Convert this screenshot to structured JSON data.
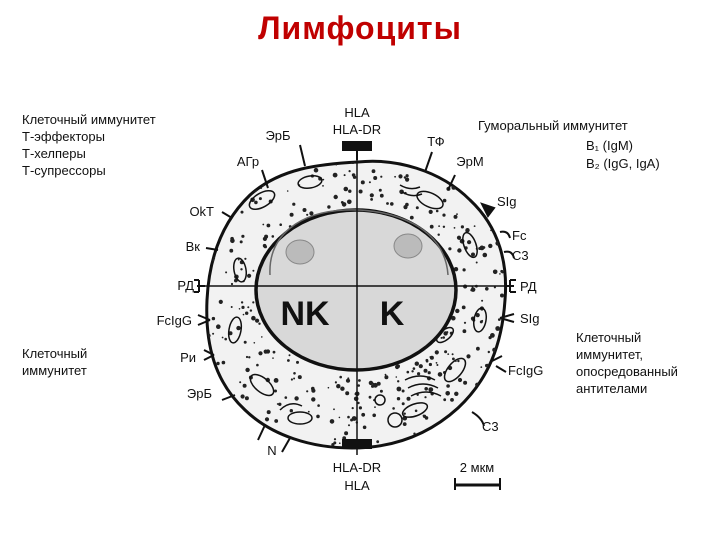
{
  "title": "Лимфоциты",
  "colors": {
    "title": "#c00000",
    "ink": "#111111"
  },
  "left_top_block": [
    "Клеточный иммунитет",
    "Т-эффекторы",
    "Т-хелперы",
    "Т-супрессоры"
  ],
  "left_mid_block": [
    "Клеточный",
    "иммунитет"
  ],
  "right_top_block": [
    "Гуморальный иммунитет",
    "B₁ (IgM)",
    "B₂ (IgG, IgA)"
  ],
  "right_mid_block": [
    "Клеточный",
    "иммунитет,",
    "опосредованный",
    "антителами"
  ],
  "receptors": {
    "hla_top1": "HLA",
    "hla_top2": "HLA-DR",
    "erb_top": "ЭрБ",
    "agr": "АГр",
    "tf": "ТФ",
    "erm": "ЭрМ",
    "okt": "OkT",
    "vk": "Вк",
    "rd_left": "РД",
    "fcigg_left": "FcIgG",
    "ri": "Ри",
    "erb_bottom": "ЭрБ",
    "n": "N",
    "hla_bottom1": "HLA-DR",
    "hla_bottom2": "HLA",
    "sig_top": "SIg",
    "fc": "Fc",
    "c3_top": "C3",
    "rd_right": "РД",
    "sig_mid": "SIg",
    "fcigg_right": "FcIgG",
    "c3_bottom": "C3"
  },
  "nucleus": {
    "left": "NK",
    "right": "K"
  },
  "scale_bar": "2 мкм"
}
